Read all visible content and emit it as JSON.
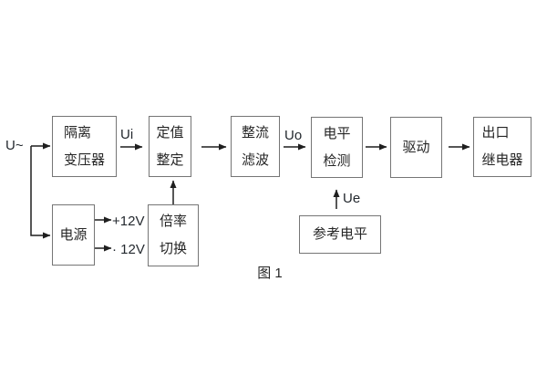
{
  "figure": {
    "caption": "图 1",
    "colors": {
      "background": "#ffffff",
      "box_border": "#757575",
      "wire": "#1f1f1f",
      "text": "#262626"
    }
  },
  "diagram": {
    "blocks": [
      {
        "id": "isolation-transformer",
        "lines": [
          "隔离",
          "变压器"
        ]
      },
      {
        "id": "setpoint-adjust",
        "lines": [
          "定值",
          "整定"
        ]
      },
      {
        "id": "rectifier-filter",
        "lines": [
          "整流",
          "滤波"
        ]
      },
      {
        "id": "level-detector",
        "lines": [
          "电平",
          "检测"
        ]
      },
      {
        "id": "driver",
        "lines": [
          "驱动"
        ]
      },
      {
        "id": "output-relay",
        "lines": [
          "出口",
          "继电器"
        ]
      },
      {
        "id": "power-supply",
        "lines": [
          "电源"
        ]
      },
      {
        "id": "multiplier-switch",
        "lines": [
          "倍率",
          "切换"
        ]
      },
      {
        "id": "reference-level",
        "lines": [
          "参考电平"
        ]
      }
    ],
    "signal_labels": {
      "input": "U~",
      "ui": "Ui",
      "uo": "Uo",
      "ue": "Ue",
      "plus12": "+12V",
      "minus12": "· 12V"
    }
  }
}
